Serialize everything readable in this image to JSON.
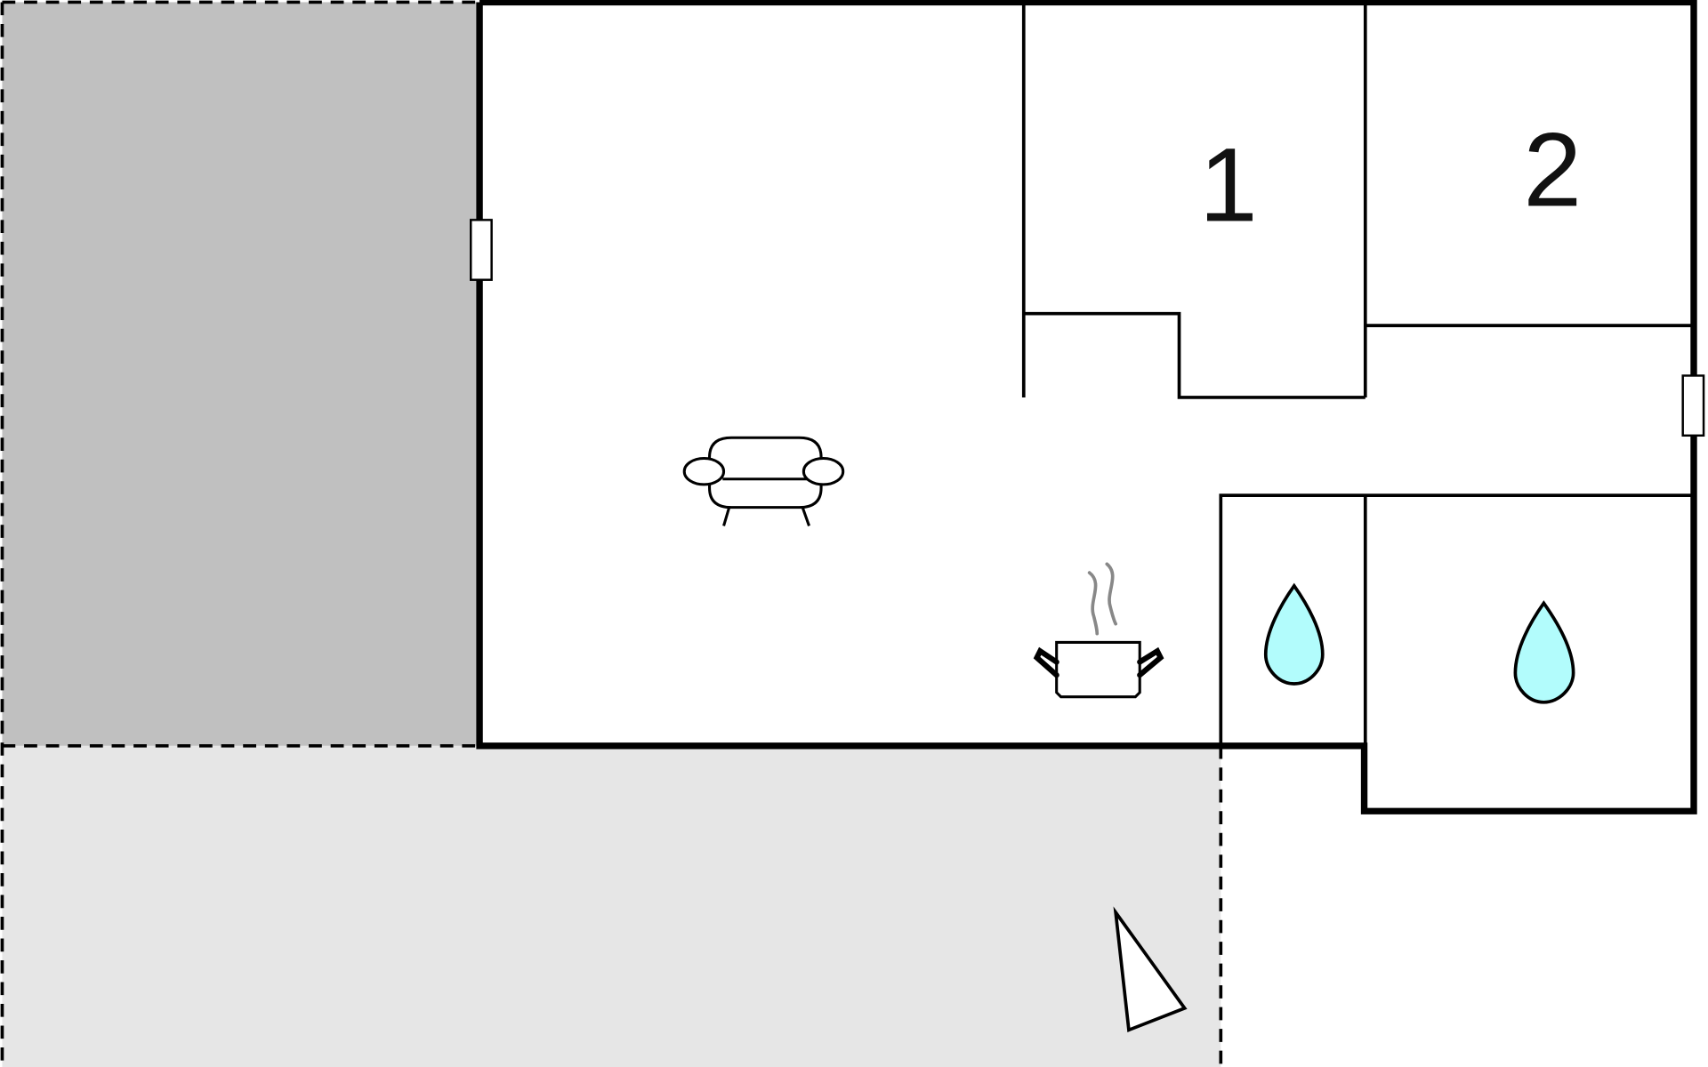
{
  "floorplan": {
    "rooms": [
      {
        "id": "bedroom-1",
        "label": "1"
      },
      {
        "id": "bedroom-2",
        "label": "2"
      }
    ],
    "icons": [
      "sofa-icon",
      "cooking-pot-icon",
      "water-drop-icon",
      "water-drop-icon",
      "compass-arrow-icon"
    ],
    "colors": {
      "covered_terrace": "#c0c0c0",
      "outdoor_area": "#e6e6e6",
      "water": "#b2fcfc",
      "wall": "#000000",
      "steam": "#888888"
    }
  }
}
